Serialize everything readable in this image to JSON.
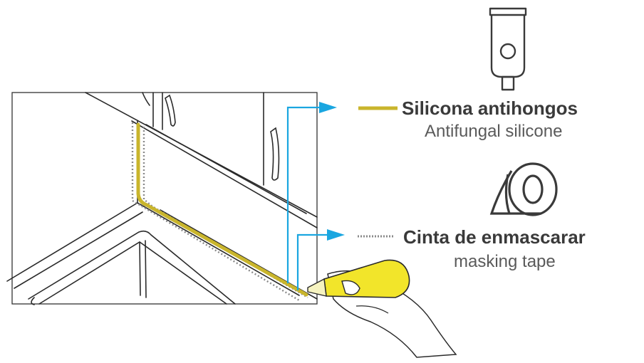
{
  "legend": {
    "silicone": {
      "label_es": "Silicona antihongos",
      "label_en": "Antifungal silicone",
      "icon": "silicone-tube-icon",
      "line_color": "#c9b52c"
    },
    "tape": {
      "label_es": "Cinta de enmascarar",
      "label_en": "masking tape",
      "icon": "tape-roll-icon",
      "line_color": "#8a8a8a"
    }
  },
  "colors": {
    "arrow": "#1aa6e0",
    "bead": "#c9b52c",
    "bottle": "#f2e52a",
    "outline": "#2a2a2a"
  }
}
